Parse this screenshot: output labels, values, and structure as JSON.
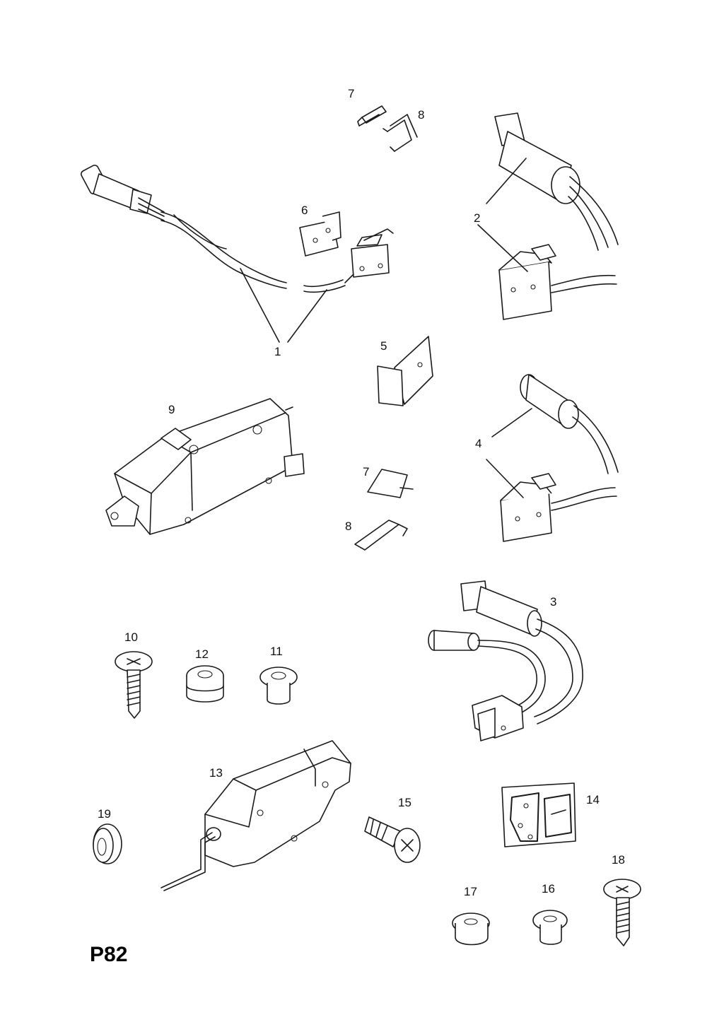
{
  "diagram": {
    "page_code": "P82",
    "callouts": {
      "c1": "1",
      "c2": "2",
      "c3": "3",
      "c4": "4",
      "c5": "5",
      "c6": "6",
      "c7_top": "7",
      "c8_top": "8",
      "c7_mid": "7",
      "c8_mid": "8",
      "c9": "9",
      "c10": "10",
      "c11": "11",
      "c12": "12",
      "c13": "13",
      "c14": "14",
      "c15": "15",
      "c16": "16",
      "c17": "17",
      "c18": "18",
      "c19": "19"
    }
  }
}
